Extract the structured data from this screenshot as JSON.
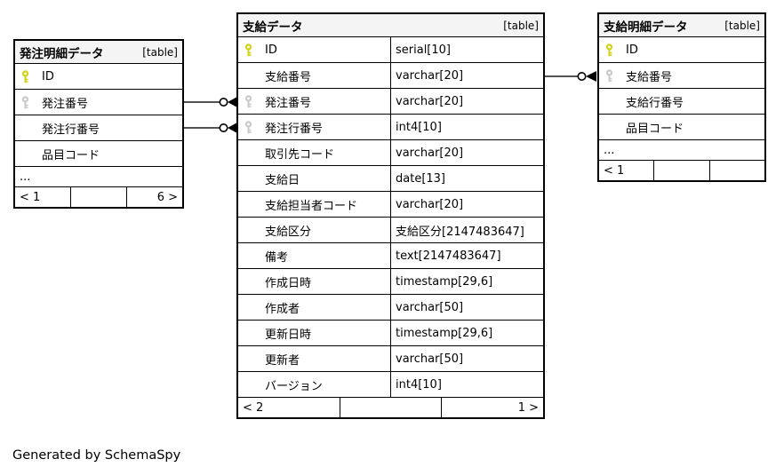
{
  "diagram": {
    "generated_by": "Generated by SchemaSpy",
    "colors": {
      "header_bg": "#f4f4f4",
      "pk_key": "#d2d211",
      "fk_key": "#c9c9c9",
      "connector": "#3a3a3a"
    }
  },
  "tables": [
    {
      "name": "発注明細データ",
      "badge": "[table]",
      "columns": [
        {
          "name": "ID",
          "key": "pk"
        },
        {
          "name": "発注番号",
          "key": "fk"
        },
        {
          "name": "発注行番号",
          "key": "none"
        },
        {
          "name": "品目コード",
          "key": "none"
        },
        {
          "name": "...",
          "key": "none"
        }
      ],
      "footer": {
        "left": "< 1",
        "center": "",
        "right": "6 >"
      }
    },
    {
      "name": "支給データ",
      "badge": "[table]",
      "columns": [
        {
          "name": "ID",
          "type": "serial[10]",
          "key": "pk"
        },
        {
          "name": "支給番号",
          "type": "varchar[20]",
          "key": "none"
        },
        {
          "name": "発注番号",
          "type": "varchar[20]",
          "key": "fk"
        },
        {
          "name": "発注行番号",
          "type": "int4[10]",
          "key": "fk"
        },
        {
          "name": "取引先コード",
          "type": "varchar[20]",
          "key": "none"
        },
        {
          "name": "支給日",
          "type": "date[13]",
          "key": "none"
        },
        {
          "name": "支給担当者コード",
          "type": "varchar[20]",
          "key": "none"
        },
        {
          "name": "支給区分",
          "type": "支給区分[2147483647]",
          "key": "none"
        },
        {
          "name": "備考",
          "type": "text[2147483647]",
          "key": "none"
        },
        {
          "name": "作成日時",
          "type": "timestamp[29,6]",
          "key": "none"
        },
        {
          "name": "作成者",
          "type": "varchar[50]",
          "key": "none"
        },
        {
          "name": "更新日時",
          "type": "timestamp[29,6]",
          "key": "none"
        },
        {
          "name": "更新者",
          "type": "varchar[50]",
          "key": "none"
        },
        {
          "name": "バージョン",
          "type": "int4[10]",
          "key": "none"
        }
      ],
      "footer": {
        "left": "< 2",
        "center": "",
        "right": "1 >"
      }
    },
    {
      "name": "支給明細データ",
      "badge": "[table]",
      "columns": [
        {
          "name": "ID",
          "key": "pk"
        },
        {
          "name": "支給番号",
          "key": "fk"
        },
        {
          "name": "支給行番号",
          "key": "none"
        },
        {
          "name": "品目コード",
          "key": "none"
        },
        {
          "name": "...",
          "key": "none"
        }
      ],
      "footer": {
        "left": "< 1",
        "center": "",
        "right": ""
      }
    }
  ],
  "relationships": [
    {
      "from": "発注明細データ.発注番号",
      "to": "支給データ.発注番号",
      "marker": "zero-or-many"
    },
    {
      "from": "発注明細データ.発注行番号",
      "to": "支給データ.発注行番号",
      "marker": "zero-or-many"
    },
    {
      "from": "支給データ.支給番号",
      "to": "支給明細データ.支給番号",
      "marker": "zero-or-many"
    }
  ]
}
